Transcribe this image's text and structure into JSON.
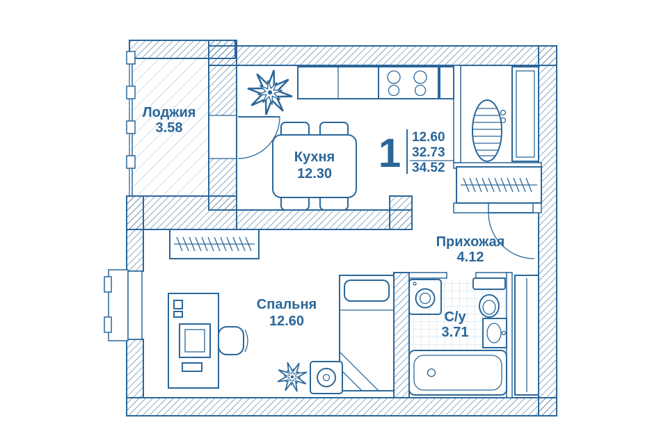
{
  "colors": {
    "line": "#2a6699",
    "light": "#a9c6de",
    "tile": "#c6dcec"
  },
  "unit": {
    "rooms_count": "1",
    "living_area": "12.60",
    "total_area": "32.73",
    "total_with_loggia": "34.52"
  },
  "rooms": {
    "loggia": {
      "name": "Лоджия",
      "area": "3.58"
    },
    "kitchen": {
      "name": "Кухня",
      "area": "12.30"
    },
    "hallway": {
      "name": "Прихожая",
      "area": "4.12"
    },
    "bedroom": {
      "name": "Спальня",
      "area": "12.60"
    },
    "bathroom": {
      "name": "С/у",
      "area": "3.71"
    }
  },
  "symbols": [
    "stove-icon",
    "dining-table",
    "chair",
    "plant-icon",
    "coat-rack-icon",
    "wardrobe-icon",
    "cabinet",
    "entrance-door",
    "balcony-door",
    "window",
    "bed",
    "desk",
    "desk-chair",
    "speaker-icon",
    "washing-machine-icon",
    "toilet-icon",
    "sink-icon",
    "bathtub-icon"
  ]
}
